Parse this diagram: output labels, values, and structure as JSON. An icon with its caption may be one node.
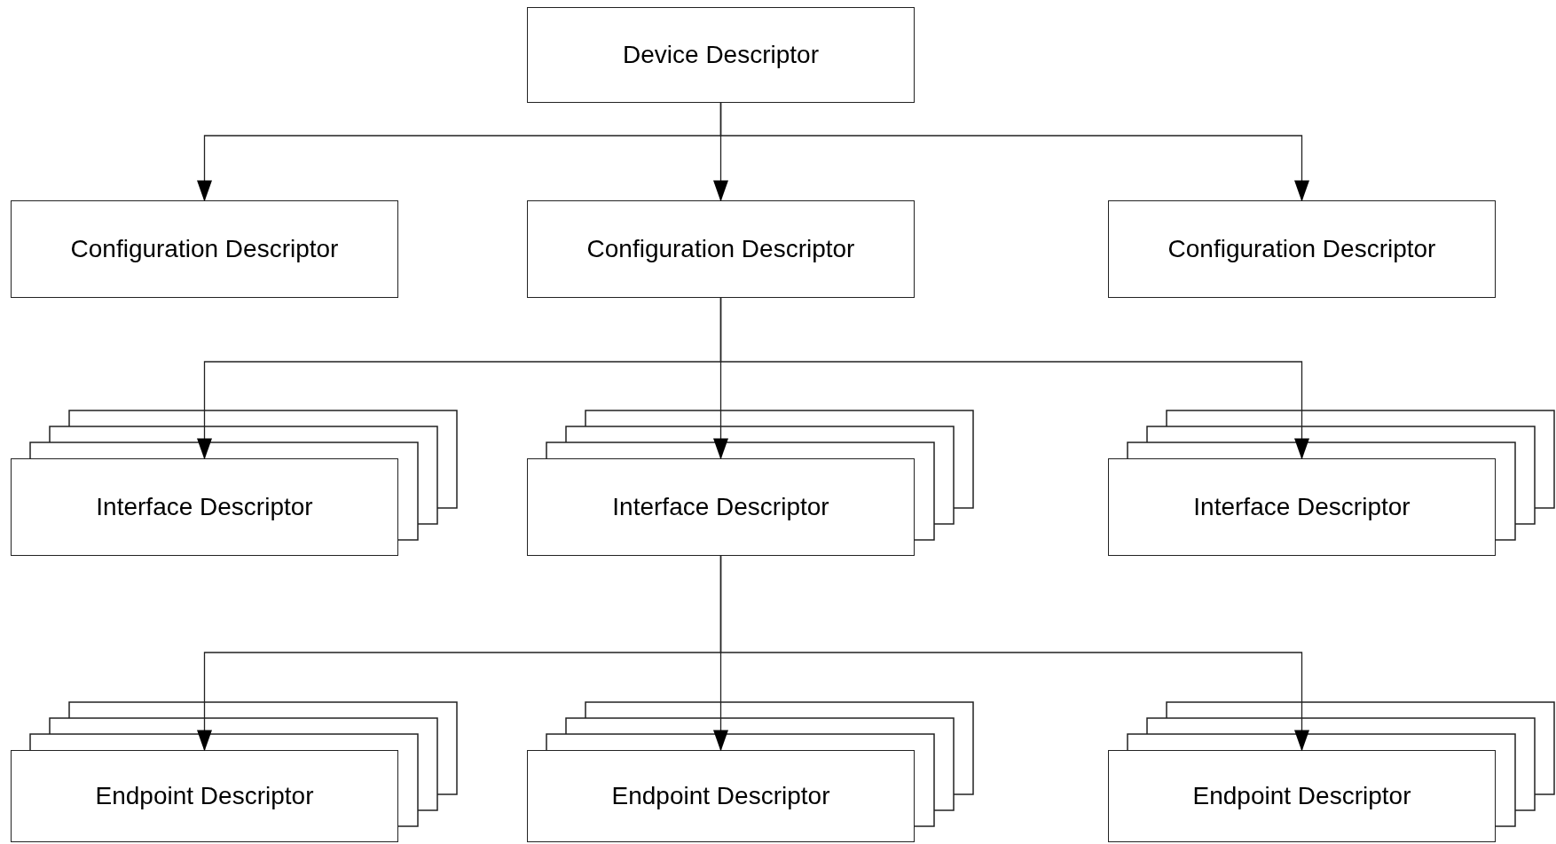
{
  "diagram": {
    "nodes": [
      {
        "text": [
          "Device Descriptor"
        ]
      },
      {
        "text": [
          "Configuration Descriptor"
        ]
      },
      {
        "text": [
          "Configuration Descriptor"
        ]
      },
      {
        "text": [
          "Configuration Descriptor"
        ]
      },
      {
        "text": [
          "Interface Descriptor"
        ]
      },
      {
        "text": [
          "Interface Descriptor"
        ]
      },
      {
        "text": [
          "Interface Descriptor"
        ]
      },
      {
        "text": [
          "Endpoint Descriptor"
        ]
      },
      {
        "text": [
          "Endpoint Descriptor"
        ]
      },
      {
        "text": [
          "Endpoint Descriptor"
        ]
      }
    ],
    "edges": [
      {
        "from": 0,
        "to": 1,
        "arrow": "to"
      },
      {
        "from": 0,
        "to": 2,
        "arrow": "to"
      },
      {
        "from": 0,
        "to": 3,
        "arrow": "to"
      },
      {
        "from": 2,
        "to": 4,
        "arrow": "to"
      },
      {
        "from": 2,
        "to": 5,
        "arrow": "to"
      },
      {
        "from": 2,
        "to": 6,
        "arrow": "to"
      },
      {
        "from": 5,
        "to": 7,
        "arrow": "to"
      },
      {
        "from": 5,
        "to": 8,
        "arrow": "to"
      },
      {
        "from": 5,
        "to": 9,
        "arrow": "to"
      }
    ]
  }
}
